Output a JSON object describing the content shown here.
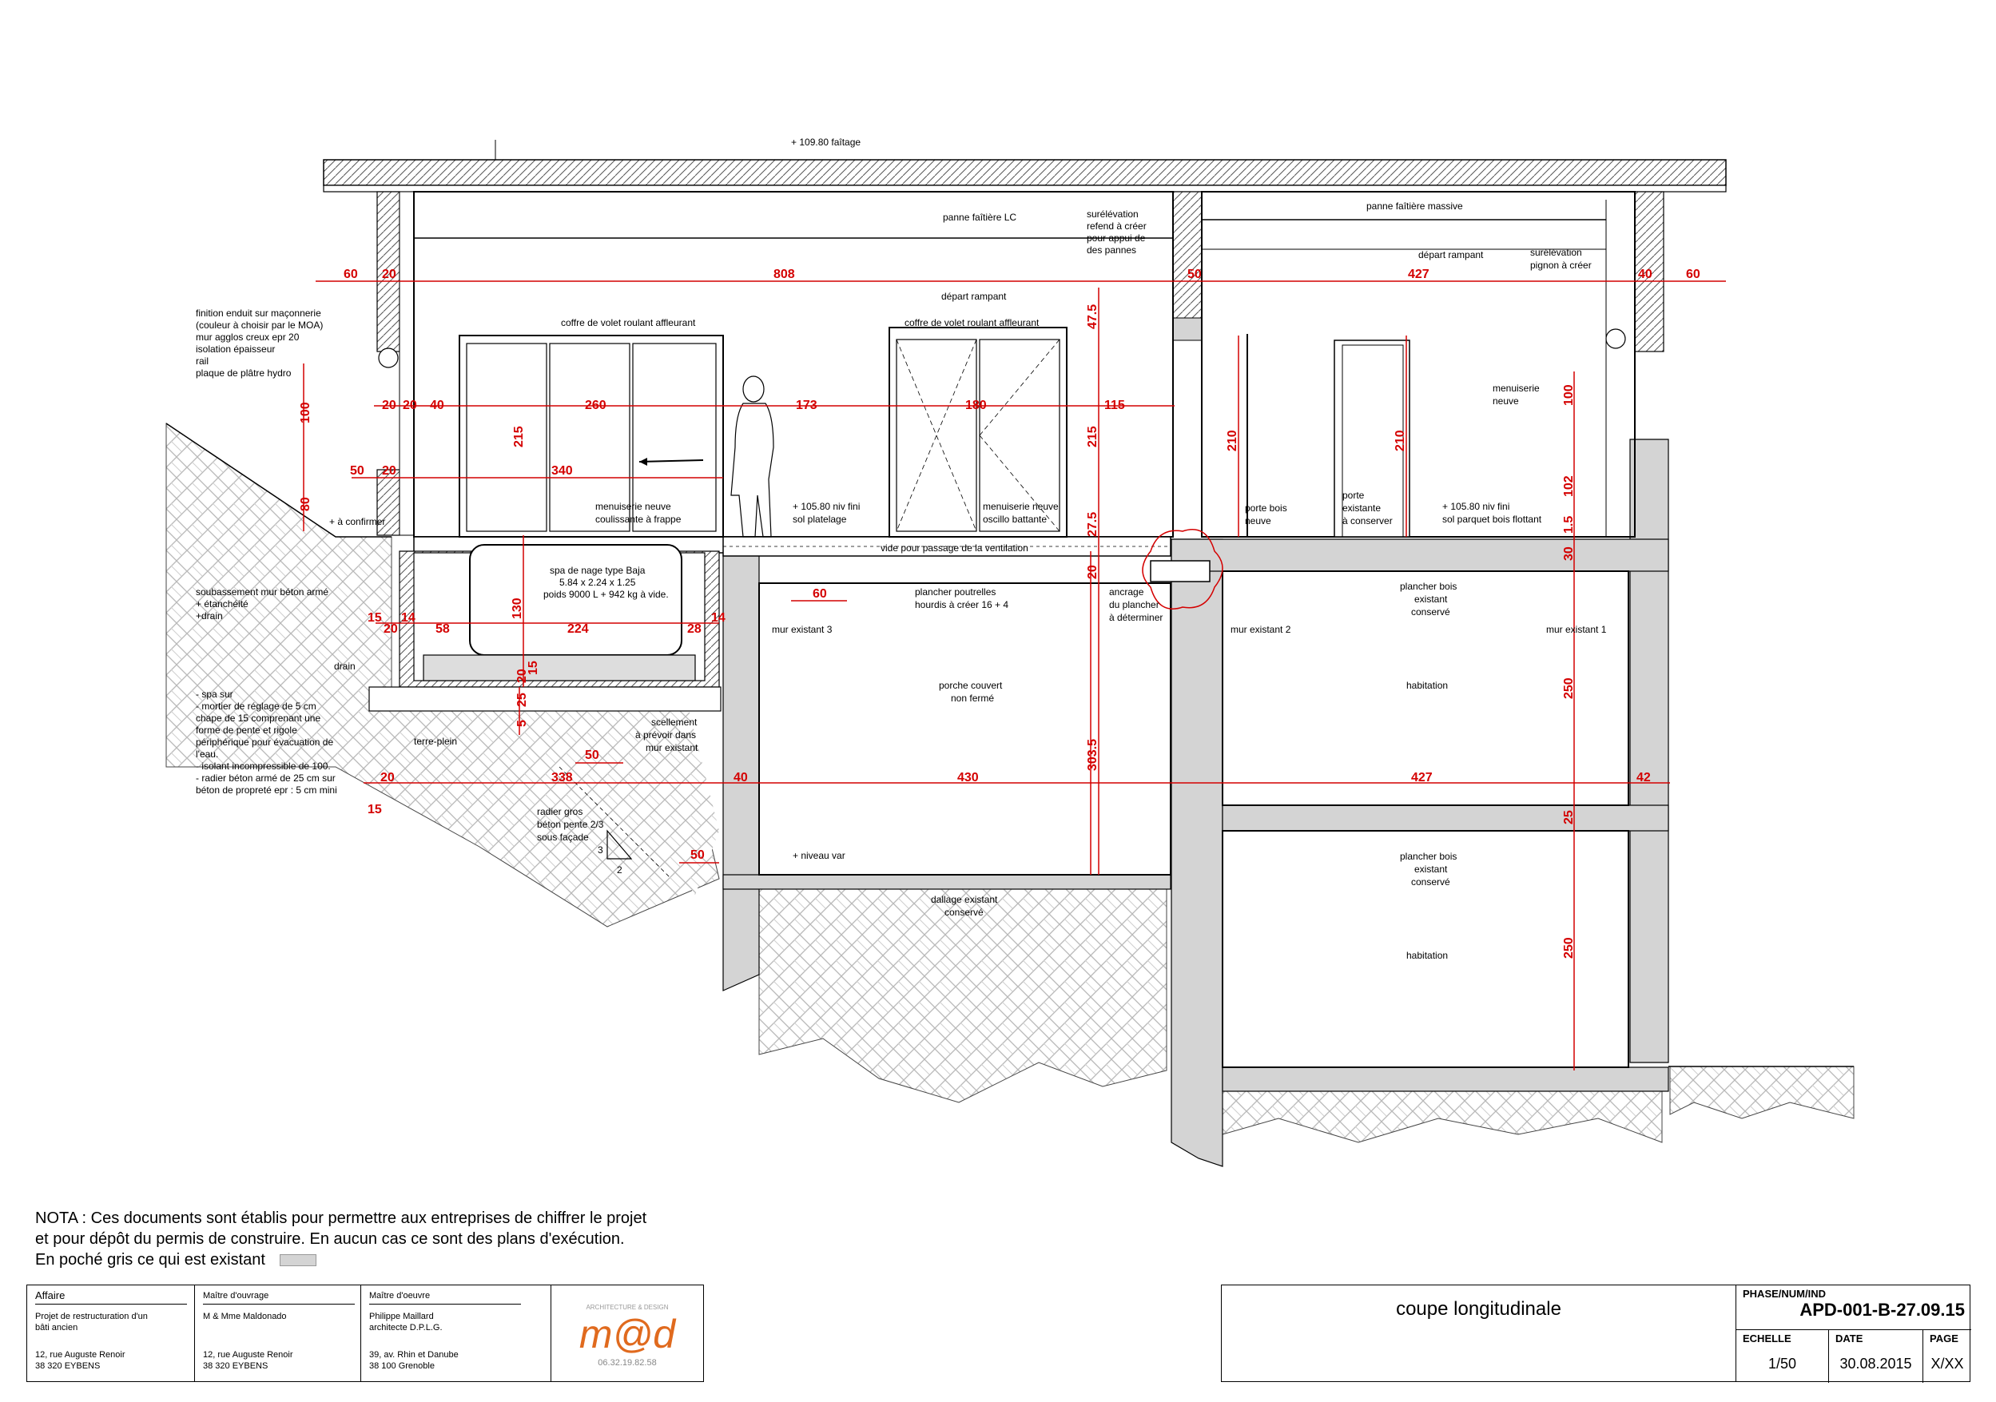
{
  "elevations": {
    "faitage": "+ 109.80 faîtage",
    "niv_fini_gauche": "+ 105.80 niv fini",
    "sol_gauche": "sol platelage",
    "niv_fini_droite": "+ 105.80 niv fini",
    "sol_droite": "sol parquet bois flottant",
    "confirmer": "+ à confirmer",
    "niveau_var": "+ niveau var"
  },
  "labels": {
    "panne_lc": "panne faîtière LC",
    "panne_massive": "panne faîtière massive",
    "surelevation_1": "surélévation",
    "surelevation_2": "refend à créer",
    "surelevation_3": "pour appui de",
    "surelevation_4": "des pannes",
    "depart_rampant_1": "départ rampant",
    "depart_rampant_2": "départ rampant",
    "pignon_1": "surélévation",
    "pignon_2": "pignon à créer",
    "finition_1": "finition enduit sur maçonnerie",
    "finition_2": "(couleur à choisir par le MOA)",
    "finition_3": "mur agglos creux epr 20",
    "finition_4": "isolation épaisseur",
    "finition_5": "rail",
    "finition_6": "plaque de plâtre hydro",
    "coffre_1": "coffre de volet roulant affleurant",
    "coffre_2": "coffre de volet roulant affleurant",
    "menuiserie_coul_1": "menuiserie neuve",
    "menuiserie_coul_2": "coulissante à frappe",
    "menuiserie_osc_1": "menuiserie neuve",
    "menuiserie_osc_2": "oscillo battante",
    "menuiserie_neuve_1": "menuiserie",
    "menuiserie_neuve_2": "neuve",
    "porte_bois_1": "porte bois",
    "porte_bois_2": "neuve",
    "porte_exist_1": "porte",
    "porte_exist_2": "existante",
    "porte_exist_3": "à conserver",
    "vide": "vide pour passage de la ventilation",
    "spa_1": "spa de nage type Baja",
    "spa_2": "5.84 x 2.24 x 1.25",
    "spa_3": "poids 9000 L + 942 kg à vide.",
    "soubassement_1": "soubassement mur béton armé",
    "soubassement_2": "+ étanchéité",
    "soubassement_3": "+drain",
    "drain": "drain",
    "spa_sur_1": "- spa sur",
    "spa_sur_2": "- mortier de réglage de 5 cm",
    "spa_sur_3": "chape de 15 comprenant une",
    "spa_sur_4": "forme de pente et rigole",
    "spa_sur_5": "périphérique pour évacuation de",
    "spa_sur_6": "l'eau.",
    "spa_sur_7": "- isolant incompressible de 100.",
    "spa_sur_8": "- radier béton armé de 25 cm sur",
    "spa_sur_9": "béton de propreté epr : 5 cm mini",
    "terre_plein": "terre-plein",
    "scellement_1": "scellement",
    "scellement_2": "à prévoir dans",
    "scellement_3": "mur existant",
    "radier_1": "radier gros",
    "radier_2": "béton pente 2/3",
    "radier_3": "sous façade",
    "plancher_1": "plancher poutrelles",
    "plancher_2": "hourdis à créer 16 + 4",
    "ancrage_1": "ancrage",
    "ancrage_2": "du plancher",
    "ancrage_3": "à déterminer",
    "mur3": "mur existant 3",
    "mur2": "mur existant 2",
    "mur1": "mur existant 1",
    "porche_1": "porche couvert",
    "porche_2": "non fermé",
    "plancher_bois_1a": "plancher bois",
    "plancher_bois_1b": "existant",
    "plancher_bois_1c": "conservé",
    "plancher_bois_2a": "plancher bois",
    "plancher_bois_2b": "existant",
    "plancher_bois_2c": "conservé",
    "habitation_1": "habitation",
    "habitation_2": "habitation",
    "dallage_1": "dallage existant",
    "dallage_2": "conservé",
    "ratio_3": "3",
    "ratio_2": "2"
  },
  "dims": {
    "d60a": "60",
    "d20a": "20",
    "d808": "808",
    "d50a": "50",
    "d427a": "427",
    "d40a": "40",
    "d60b": "60",
    "d20b": "20",
    "d20c": "20",
    "d40b": "40",
    "d260": "260",
    "d173": "173",
    "d180": "180",
    "d115": "115",
    "d50b": "50",
    "d20d": "20",
    "d340": "340",
    "d100a": "100",
    "d80": "80",
    "d215a": "215",
    "d215b": "215",
    "d47": "47.5",
    "d27": "27.5",
    "d210a": "210",
    "d210b": "210",
    "d100b": "100",
    "d102": "102",
    "d15": "1.5",
    "d30": "30",
    "d60c": "60",
    "d130": "130",
    "d15a": "15",
    "d14a": "14",
    "d20e": "20",
    "d58": "58",
    "d224": "224",
    "d28": "28",
    "d14b": "14",
    "d20f": "20",
    "d25": "25",
    "d15b": "15",
    "d5": "5",
    "d50c": "50",
    "d338": "338",
    "d40c": "40",
    "d430": "430",
    "d427b": "427",
    "d42": "42",
    "d20g": "20",
    "d15c": "15",
    "d20h": "20",
    "d303": "303.5",
    "d250a": "250",
    "d25b": "25",
    "d250b": "250",
    "d50d": "50"
  },
  "nota": {
    "line1": "NOTA : Ces documents sont établis pour permettre aux entreprises de chiffrer le projet",
    "line2": "et pour dépôt du permis de construire. En aucun cas ce sont des plans d'exécution.",
    "line3": "En poché gris ce qui est existant"
  },
  "titleblock": {
    "affaire_h": "Affaire",
    "affaire_1": "Projet de restructuration d'un",
    "affaire_2": "bâti ancien",
    "affaire_3": "12, rue Auguste Renoir",
    "affaire_4": "38 320 EYBENS",
    "ouvrage_h": "Maître d'ouvrage",
    "ouvrage_1": "M & Mme Maldonado",
    "ouvrage_3": "12, rue Auguste Renoir",
    "ouvrage_4": "38 320 EYBENS",
    "oeuvre_h": "Maître d'oeuvre",
    "oeuvre_1": "Philippe Maillard",
    "oeuvre_2": "architecte D.P.L.G.",
    "oeuvre_3": "39, av. Rhin et Danube",
    "oeuvre_4": "38 100 Grenoble",
    "logo_top": "ARCHITECTURE & DESIGN",
    "logo_text": "m@d",
    "logo_phone": "06.32.19.82.58",
    "title": "coupe longitudinale",
    "phase_h": "PHASE/NUM/IND",
    "phase_v": "APD-001-B-27.09.15",
    "echelle_h": "ECHELLE",
    "echelle_v": "1/50",
    "date_h": "DATE",
    "date_v": "30.08.2015",
    "page_h": "PAGE",
    "page_v": "X/XX"
  },
  "colors": {
    "dimension": "#d40000",
    "existing": "#d4d4d4",
    "line": "#000000"
  }
}
